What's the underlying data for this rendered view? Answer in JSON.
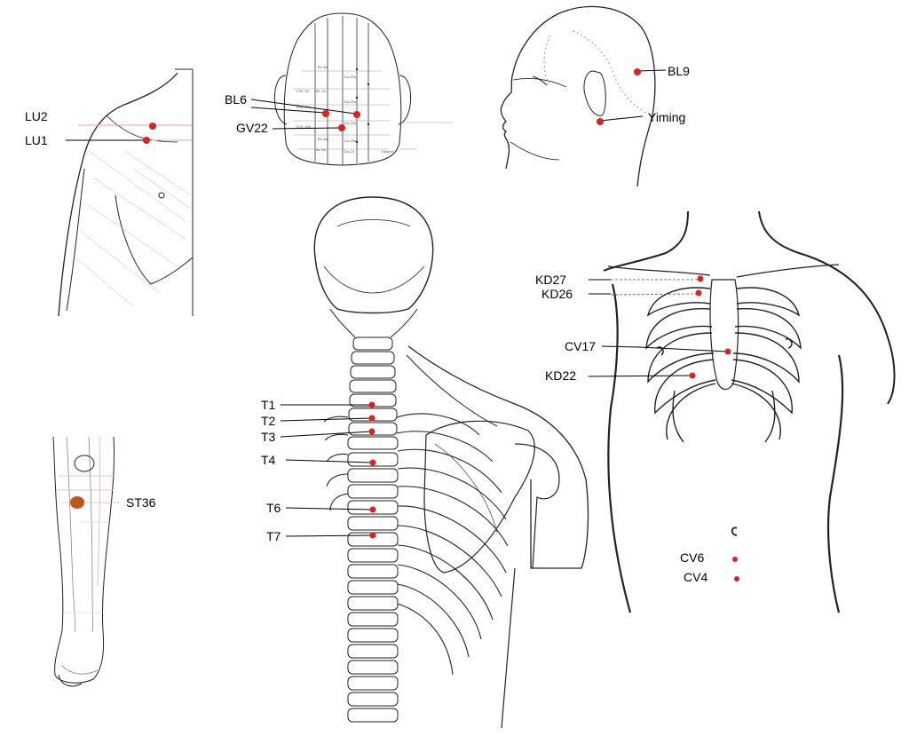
{
  "point_color": "#e02020",
  "st36_color": "#c0571a",
  "shoulder_panel": {
    "labels": [
      "LU2",
      "LU1"
    ]
  },
  "head_top_panel": {
    "labels": [
      "BL6",
      "GV22"
    ],
    "grid_text": [
      "BL-8a",
      "Du-20a",
      "G.B.-18",
      "Du-21a",
      "BL-7a",
      "G.B.-17a",
      "Du-22a",
      "G.B.-16a",
      "BL-5a",
      "Du-23a",
      "Hairline",
      "BL-3a",
      "Du-24"
    ]
  },
  "head_side_panel": {
    "labels": [
      "BL9",
      "Yiming"
    ]
  },
  "spine_panel": {
    "labels": [
      "T1",
      "T2",
      "T3",
      "T4",
      "T6",
      "T7"
    ]
  },
  "chest_panel": {
    "labels": [
      "KD27",
      "KD26",
      "CV17",
      "KD22",
      "CV6",
      "CV4"
    ]
  },
  "leg_panel": {
    "labels": [
      "ST36"
    ]
  }
}
